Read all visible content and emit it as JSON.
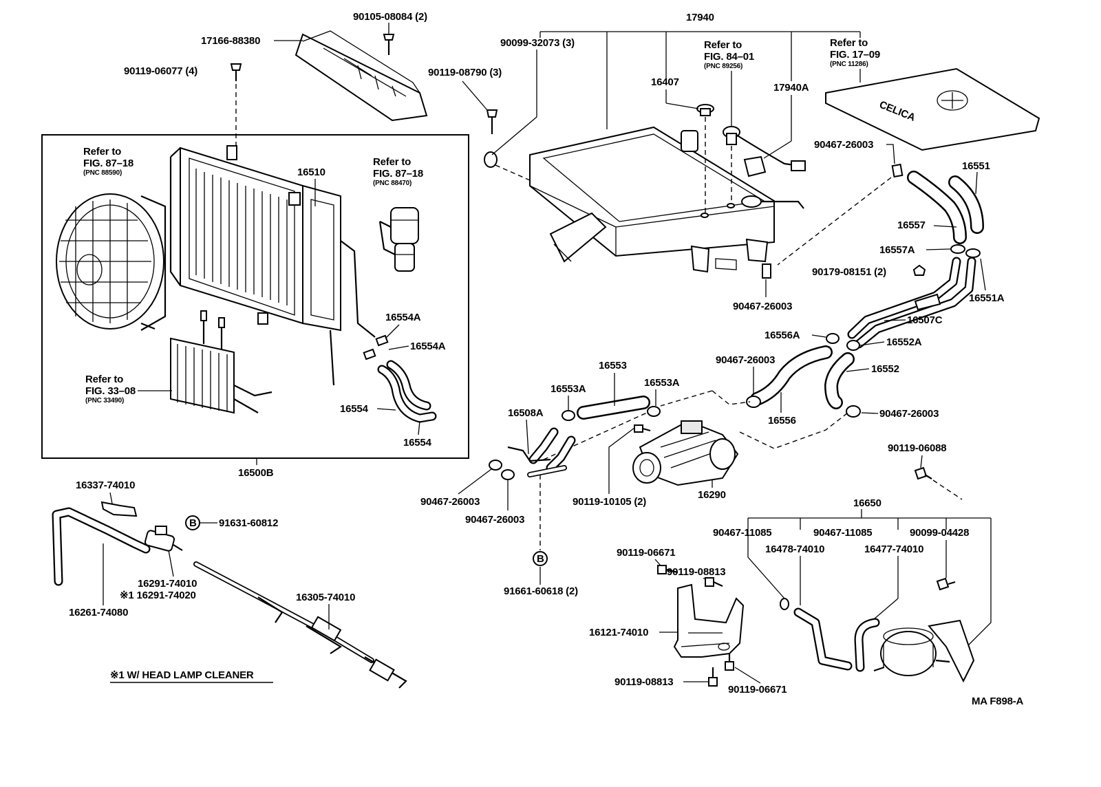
{
  "diagram_id": "MA F898-A",
  "footnote": "※1 W/ HEAD LAMP CLEANER",
  "group_box_label": "16500B",
  "refs": {
    "fan": {
      "l1": "Refer to",
      "l2": "FIG. 87–18",
      "l3": "(PNC 88590)"
    },
    "relay": {
      "l1": "Refer to",
      "l2": "FIG. 87–18",
      "l3": "(PNC 88470)"
    },
    "oil_cooler": {
      "l1": "Refer to",
      "l2": "FIG. 33–08",
      "l3": "(PNC 33490)"
    },
    "tank_cap": {
      "l1": "Refer to",
      "l2": "FIG. 84–01",
      "l3": "(PNC 89256)"
    },
    "cover": {
      "l1": "Refer to",
      "l2": "FIG. 17–09",
      "l3": "(PNC 11286)"
    }
  },
  "cover_logo": "CELICA",
  "parts": {
    "p17940": "17940",
    "p90099_32073": "90099-32073 (3)",
    "p16407": "16407",
    "p17940A": "17940A",
    "p90105_08084": "90105-08084 (2)",
    "p17166_88380": "17166-88380",
    "p90119_06077": "90119-06077 (4)",
    "p90119_08790": "90119-08790 (3)",
    "p16510": "16510",
    "p90467_26003_a": "90467-26003",
    "p16551": "16551",
    "p16557": "16557",
    "p16557A": "16557A",
    "p90179_08151": "90179-08151 (2)",
    "p90467_26003_b": "90467-26003",
    "p16551A": "16551A",
    "p16507C": "16507C",
    "p16556A": "16556A",
    "p16552A": "16552A",
    "p16554A_1": "16554A",
    "p16554A_2": "16554A",
    "p16554_1": "16554",
    "p16554_2": "16554",
    "p16553": "16553",
    "p16553A_1": "16553A",
    "p16553A_2": "16553A",
    "p90467_26003_c": "90467-26003",
    "p16552": "16552",
    "p16556": "16556",
    "p90467_26003_d": "90467-26003",
    "p16508A": "16508A",
    "p90467_26003_e": "90467-26003",
    "p90467_26003_f": "90467-26003",
    "p90119_10105": "90119-10105 (2)",
    "p16290": "16290",
    "p90119_06088": "90119-06088",
    "p16337_74010": "16337-74010",
    "p91631_60812": "91631-60812",
    "p16291_74010": "16291-74010",
    "p16291_74020": "※1 16291-74020",
    "p16261_74080": "16261-74080",
    "p16305_74010": "16305-74010",
    "p91661_60618": "91661-60618 (2)",
    "p16650": "16650",
    "p90467_11085_1": "90467-11085",
    "p90467_11085_2": "90467-11085",
    "p90099_04428": "90099-04428",
    "p16478_74010": "16478-74010",
    "p16477_74010": "16477-74010",
    "p90119_06671_1": "90119-06671",
    "p90119_08813_1": "90119-08813",
    "p16121_74010": "16121-74010",
    "p90119_08813_2": "90119-08813",
    "p90119_06671_2": "90119-06671"
  },
  "markers": {
    "b1": "B",
    "b2": "B"
  }
}
